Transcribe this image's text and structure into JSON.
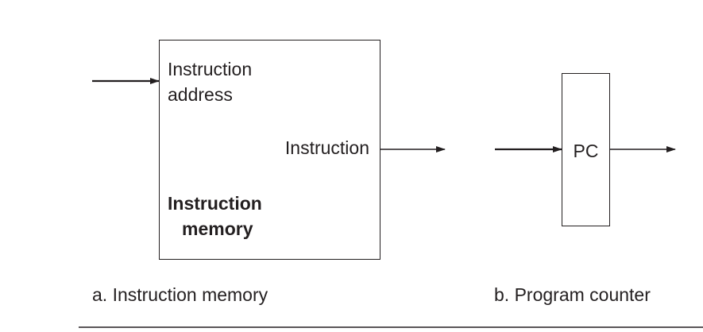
{
  "instruction_memory": {
    "input_label_line1": "Instruction",
    "input_label_line2": "address",
    "output_label": "Instruction",
    "title_line1": "Instruction",
    "title_line2": "memory",
    "caption": "a. Instruction memory"
  },
  "program_counter": {
    "label": "PC",
    "caption": "b. Program counter"
  },
  "colors": {
    "ink": "#231f20",
    "background": "#ffffff"
  }
}
